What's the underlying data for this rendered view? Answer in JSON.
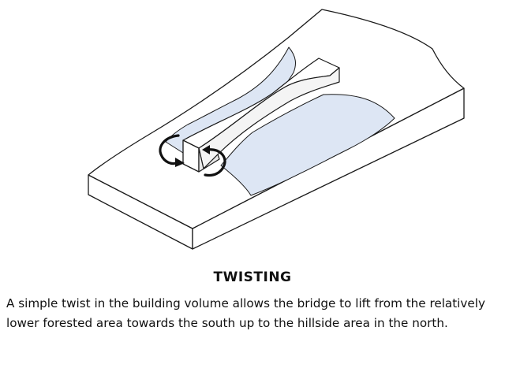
{
  "caption": {
    "title": "TWISTING",
    "body": "A simple twist in the building volume allows the bridge to lift from the relatively lower forested area towards the south up to the hillside area in the north."
  },
  "diagram": {
    "elements": [
      "terrain-slab",
      "lowland-area",
      "hillside-area",
      "twisting-bridge-volume",
      "rotation-arrow-left",
      "rotation-arrow-right"
    ]
  },
  "colors": {
    "stroke": "#1a1a1a",
    "terrain_fill": "#ffffff",
    "shaded_area": "#dde6f4",
    "arrow": "#111111"
  }
}
